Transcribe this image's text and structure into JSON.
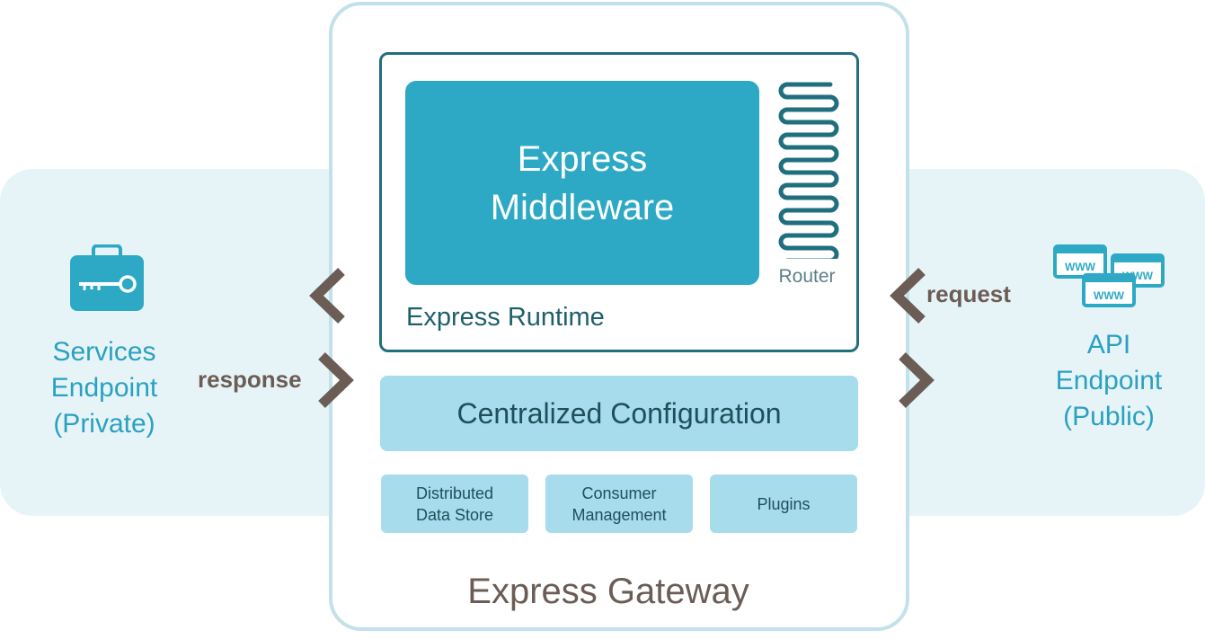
{
  "gateway": {
    "title": "Express Gateway",
    "runtime_label": "Express Runtime",
    "middleware_label": "Express\nMiddleware",
    "router_label": "Router",
    "central_config_label": "Centralized Configuration",
    "components": [
      {
        "label": "Distributed\nData Store"
      },
      {
        "label": "Consumer\nManagement"
      },
      {
        "label": "Plugins"
      }
    ]
  },
  "left_endpoint": {
    "label": "Services\nEndpoint\n(Private)",
    "icon": "briefcase-key-icon"
  },
  "right_endpoint": {
    "label": "API\nEndpoint\n(Public)",
    "icon": "www-windows-icon"
  },
  "flows": {
    "request_label": "request",
    "response_label": "response"
  },
  "colors": {
    "accent": "#2da9c5",
    "light_panel": "#a6dcec",
    "band": "#e6f4f8",
    "dark_teal": "#1f6f7e",
    "brown": "#6b5d56"
  }
}
